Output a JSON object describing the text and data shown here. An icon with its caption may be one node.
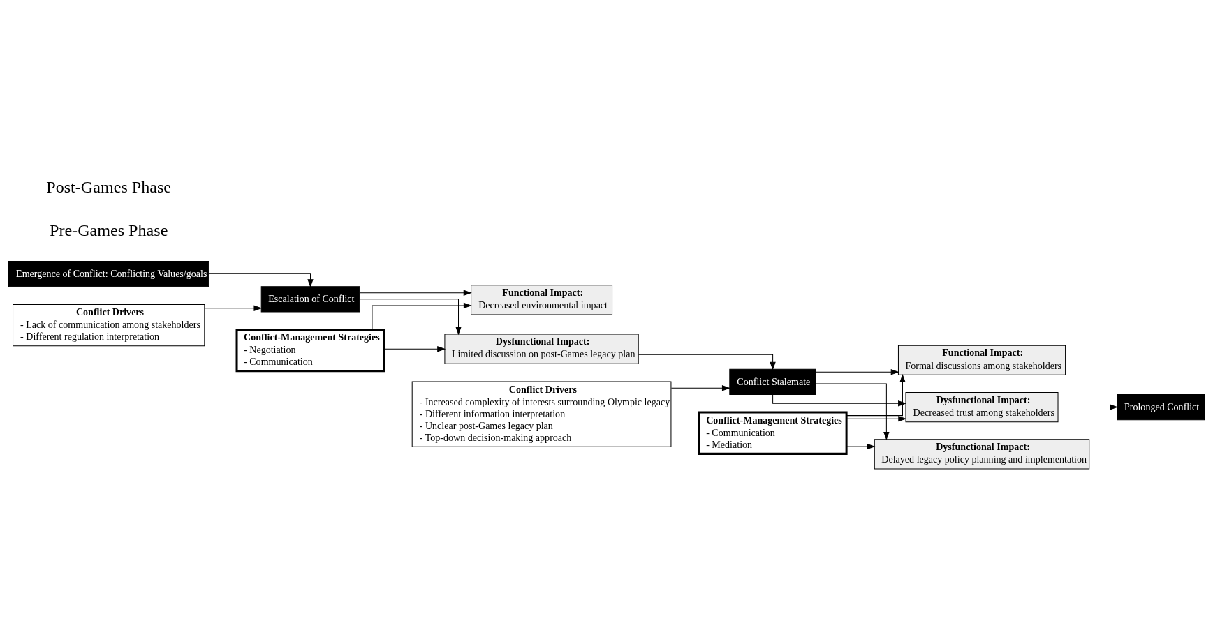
{
  "diagram": {
    "nodes": [
      {
        "text": [
          "Emergence of Conflict: Conflicting Values/goals"
        ]
      },
      {
        "text": [
          "Conflict Drivers",
          "- Lack of communication among stakeholders",
          "- Different regulation interpretation"
        ]
      },
      {
        "text": [
          "Escalation of Conflict"
        ]
      },
      {
        "text": [
          "Conflict-Management Strategies",
          "- Negotiation",
          "- Communication"
        ]
      },
      {
        "text": [
          "Functional Impact:",
          "Decreased environmental impact"
        ]
      },
      {
        "text": [
          "Dysfunctional Impact:",
          "Limited discussion on post-Games legacy plan"
        ]
      },
      {
        "text": [
          "Conflict Drivers",
          "- Increased complexity of interests surrounding Olympic legacy",
          "- Different information interpretation",
          "- Unclear post-Games legacy plan",
          "- Top-down decision-making approach"
        ]
      },
      {
        "text": [
          "Conflict Stalemate"
        ]
      },
      {
        "text": [
          "Conflict-Management Strategies",
          "- Communication",
          "- Mediation"
        ]
      },
      {
        "text": [
          "Functional Impact:",
          "Formal discussions among stakeholders"
        ]
      },
      {
        "text": [
          "Dysfunctional Impact:",
          "Decreased trust among stakeholders"
        ]
      },
      {
        "text": [
          "Dysfunctional Impact:",
          "Delayed legacy policy planning and implementation"
        ]
      },
      {
        "text": [
          "Prolonged Conflict"
        ]
      }
    ],
    "edges": [
      {
        "from": 0,
        "to": 2,
        "arrow": "to"
      },
      {
        "from": 1,
        "to": 2,
        "arrow": "to"
      },
      {
        "from": 2,
        "to": 4,
        "arrow": "to"
      },
      {
        "from": 2,
        "to": 5,
        "arrow": "to"
      },
      {
        "from": 3,
        "to": 4,
        "arrow": "to"
      },
      {
        "from": 3,
        "to": 5,
        "arrow": "to"
      },
      {
        "from": 5,
        "to": 7,
        "arrow": "to"
      },
      {
        "from": 6,
        "to": 7,
        "arrow": "to"
      },
      {
        "from": 7,
        "to": 9,
        "arrow": "to"
      },
      {
        "from": 7,
        "to": 10,
        "arrow": "to"
      },
      {
        "from": 7,
        "to": 11,
        "arrow": "to"
      },
      {
        "from": 8,
        "to": 9,
        "arrow": "to"
      },
      {
        "from": 8,
        "to": 10,
        "arrow": "to"
      },
      {
        "from": 8,
        "to": 11,
        "arrow": "to"
      },
      {
        "from": 10,
        "to": 12,
        "arrow": "to"
      }
    ],
    "labels": [
      "Pre-Games Phase",
      "Post-Games Phase"
    ]
  }
}
